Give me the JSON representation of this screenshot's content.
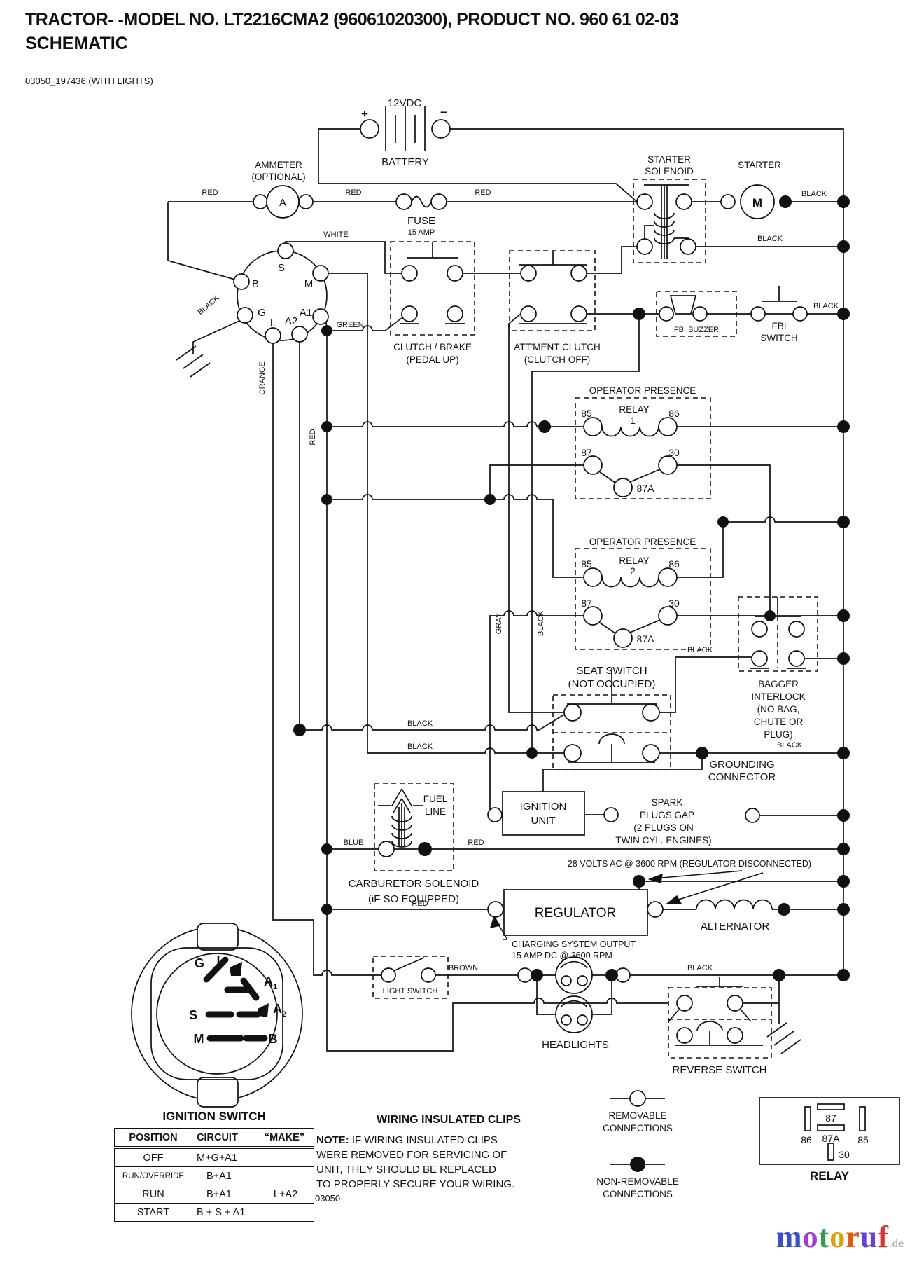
{
  "page": {
    "title_line1": "TRACTOR- -MODEL NO. LT2216CMA2 (96061020300), PRODUCT NO. 960 61 02-03",
    "title_line2": "SCHEMATIC",
    "drawing_ref": "03050_197436 (WITH LIGHTS)",
    "footer_ref": "03050"
  },
  "battery": {
    "voltage": "12VDC",
    "label": "BATTERY",
    "plus": "+",
    "minus": "−"
  },
  "ammeter": {
    "line1": "AMMETER",
    "line2": "(OPTIONAL)",
    "symbol": "A"
  },
  "fuse": {
    "label": "FUSE",
    "rating": "15 AMP"
  },
  "starter_solenoid": {
    "line1": "STARTER",
    "line2": "SOLENOID"
  },
  "starter": {
    "label": "STARTER",
    "symbol": "M"
  },
  "ignition_circle": {
    "s": "S",
    "b": "B",
    "m": "M",
    "g": "G",
    "l": "L",
    "a1": "A1",
    "a2": "A2"
  },
  "clutch_brake": {
    "line1": "CLUTCH / BRAKE",
    "line2": "(PEDAL UP)"
  },
  "attment_clutch": {
    "line1": "ATT'MENT CLUTCH",
    "line2": "(CLUTCH OFF)"
  },
  "fbi": {
    "buzzer": "FBI BUZZER",
    "sw1": "FBI",
    "sw2": "SWITCH"
  },
  "relay1": {
    "title": "OPERATOR PRESENCE",
    "relay": "RELAY",
    "num": "1",
    "p85": "85",
    "p86": "86",
    "p87": "87",
    "p30": "30",
    "p87a": "87A"
  },
  "relay2": {
    "title": "OPERATOR PRESENCE",
    "relay": "RELAY",
    "num": "2",
    "p85": "85",
    "p86": "86",
    "p87": "87",
    "p30": "30",
    "p87a": "87A"
  },
  "seat_switch": {
    "line1": "SEAT SWITCH",
    "line2": "(NOT OCCUPIED)"
  },
  "bagger": {
    "line1": "BAGGER",
    "line2": "INTERLOCK",
    "line3": "(NO BAG,",
    "line4": "CHUTE OR",
    "line5": "PLUG)"
  },
  "grounding": {
    "line1": "GROUNDING",
    "line2": "CONNECTOR"
  },
  "ignition_unit": {
    "line1": "IGNITION",
    "line2": "UNIT"
  },
  "spark": {
    "line1": "SPARK",
    "line2": "PLUGS GAP",
    "line3": "(2 PLUGS ON",
    "line4": "TWIN CYL. ENGINES)"
  },
  "fuel": {
    "line1": "FUEL",
    "line2": "LINE"
  },
  "carb": {
    "line1": "CARBURETOR SOLENOID",
    "line2": "(iF SO EQUIPPED)"
  },
  "regulator": {
    "label": "REGULATOR",
    "ac_note": "28 VOLTS AC @ 3600 RPM (REGULATOR DISCONNECTED)",
    "charge1": "CHARGING SYSTEM OUTPUT",
    "charge2": "15 AMP DC @ 3600 RPM"
  },
  "alternator": {
    "label": "ALTERNATOR"
  },
  "light_switch": {
    "label": "LIGHT SWITCH"
  },
  "headlights": {
    "label": "HEADLIGHTS"
  },
  "reverse_switch": {
    "label": "REVERSE SWITCH"
  },
  "wires": {
    "red": "RED",
    "white": "WHITE",
    "black": "BLACK",
    "green": "GREEN",
    "orange": "ORANGE",
    "gray": "GRAY",
    "blue": "BLUE",
    "brown": "BROWN"
  },
  "connector": {
    "label": "IGNITION SWITCH",
    "g": "G",
    "l": "L",
    "a": "A",
    "sub1": "1",
    "sub2": "2",
    "s": "S",
    "m": "M",
    "b": "B"
  },
  "table": {
    "title": "IGNITION SWITCH",
    "col_position": "POSITION",
    "col_circuit": "CIRCUIT",
    "col_make": "“MAKE”",
    "rows": [
      {
        "position": "OFF",
        "circuit": "M+G+A1",
        "extra": ""
      },
      {
        "position": "RUN/OVERRIDE",
        "circuit": "B+A1",
        "extra": ""
      },
      {
        "position": "RUN",
        "circuit": "B+A1",
        "extra": "L+A2"
      },
      {
        "position": "START",
        "circuit": "B + S + A1",
        "extra": ""
      }
    ]
  },
  "clips": {
    "heading": "WIRING INSULATED CLIPS",
    "note_label": "NOTE:",
    "line1": "IF WIRING INSULATED CLIPS",
    "line2": "WERE REMOVED FOR SERVICING OF",
    "line3": "UNIT, THEY SHOULD BE REPLACED",
    "line4": "TO PROPERLY SECURE YOUR WIRING."
  },
  "legend": {
    "removable1": "REMOVABLE",
    "removable2": "CONNECTIONS",
    "nonremovable1": "NON-REMOVABLE",
    "nonremovable2": "CONNECTIONS"
  },
  "relay_legend": {
    "label": "RELAY",
    "p87": "87",
    "p87a": "87A",
    "p86": "86",
    "p85": "85",
    "p30": "30"
  },
  "watermark": {
    "letters": [
      {
        "ch": "m",
        "color": "#3550c8"
      },
      {
        "ch": "o",
        "color": "#a63bc9"
      },
      {
        "ch": "t",
        "color": "#2f9e44"
      },
      {
        "ch": "o",
        "color": "#d9a406"
      },
      {
        "ch": "r",
        "color": "#e8590c"
      },
      {
        "ch": "u",
        "color": "#6741d9"
      },
      {
        "ch": "f",
        "color": "#e03131"
      }
    ],
    "suffix": ".de",
    "suffix_color": "#9a9a9a"
  },
  "colors": {
    "line": "#111111",
    "background": "#ffffff"
  }
}
